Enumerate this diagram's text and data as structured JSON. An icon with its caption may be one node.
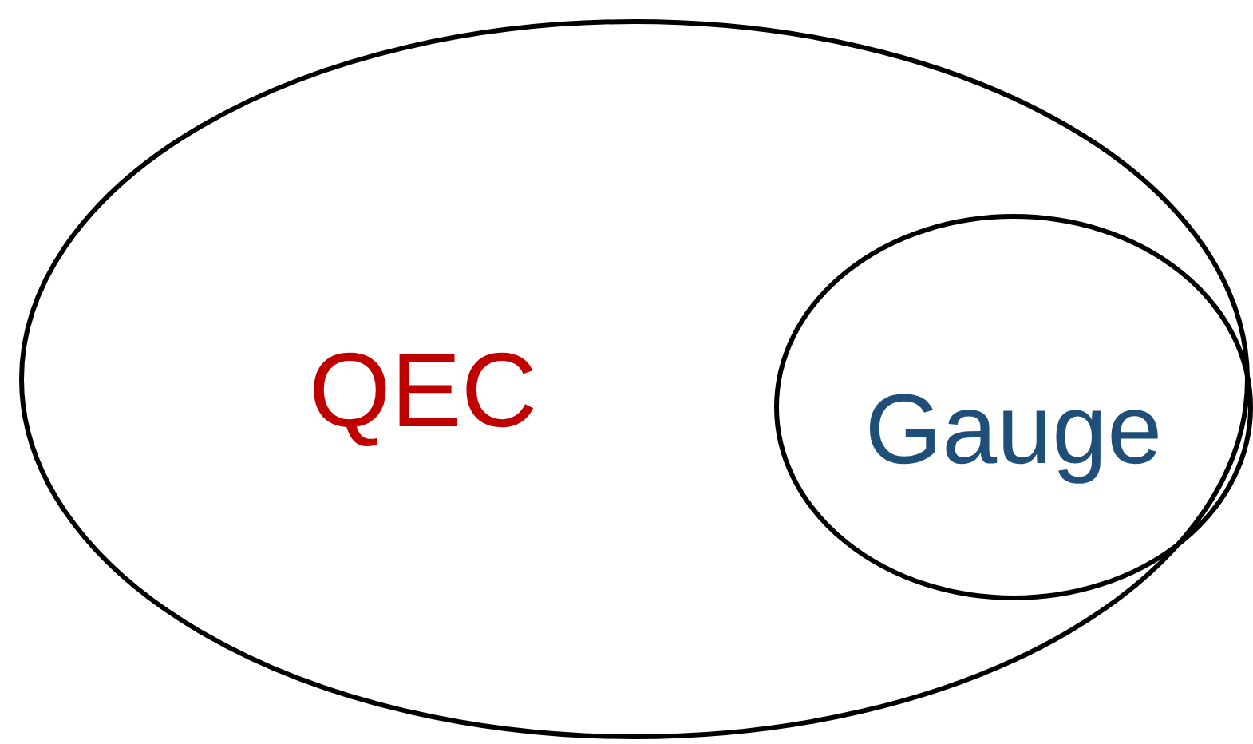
{
  "diagram": {
    "nodes": [
      {
        "text": [
          "QEC"
        ]
      },
      {
        "text": [
          "Gauge"
        ],
        "in": 0
      }
    ]
  }
}
